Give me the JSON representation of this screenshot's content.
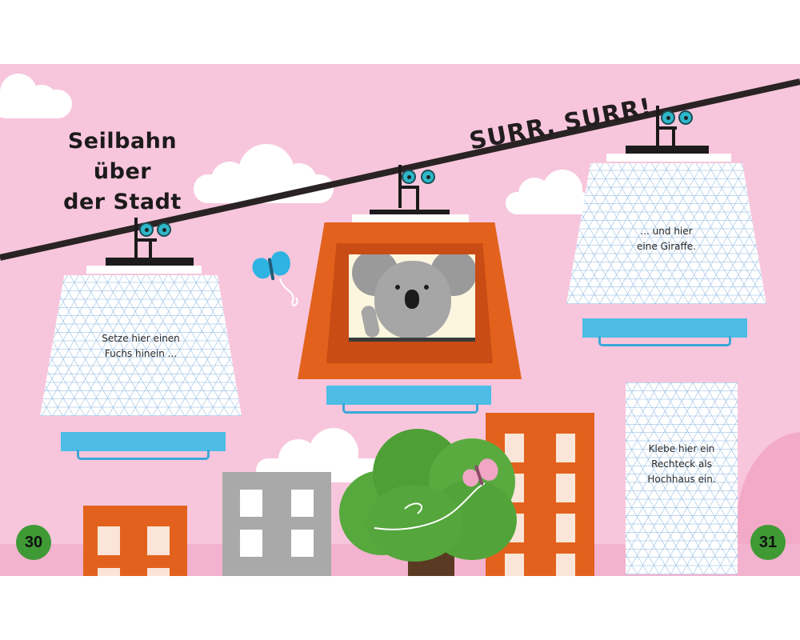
{
  "book": {
    "title_line1": "Seilbahn über",
    "title_line2": "der Stadt",
    "sound": "SURR, SURR!",
    "page_left": "30",
    "page_right": "31"
  },
  "cars": {
    "left": {
      "line1": "Setze hier einen",
      "line2": "Fuchs hinein ..."
    },
    "right": {
      "line1": "... und hier",
      "line2": "eine Giraffe."
    }
  },
  "building_sticker": {
    "line1": "Klebe hier ein",
    "line2": "Rechteck als",
    "line3": "Hochhaus ein."
  },
  "icons": [
    "cloud-icon",
    "butterfly-icon",
    "koala-icon",
    "tree-icon"
  ],
  "colors": {
    "background": "#f7c6dc",
    "orange": "#e2621d",
    "blue": "#4dbde6",
    "green": "#3f9a35"
  }
}
